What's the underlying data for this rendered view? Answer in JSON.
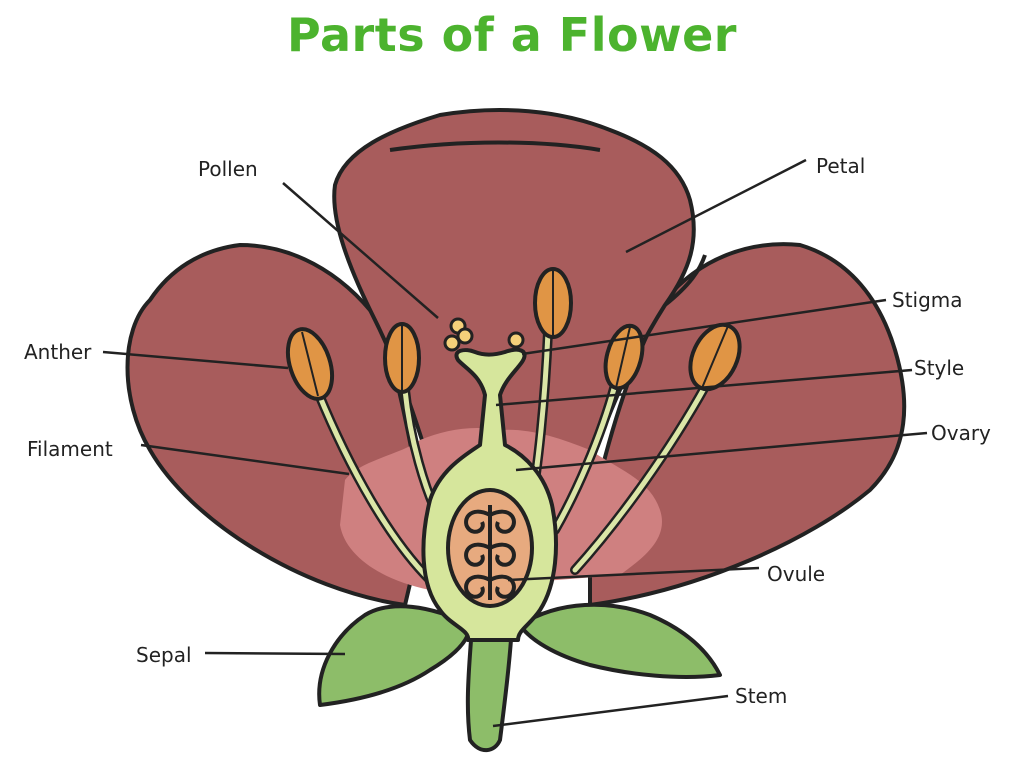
{
  "title": "Parts of a Flower",
  "labels": {
    "pollen": "Pollen",
    "petal": "Petal",
    "anther": "Anther",
    "stigma": "Stigma",
    "style": "Style",
    "filament": "Filament",
    "ovary": "Ovary",
    "ovule": "Ovule",
    "sepal": "Sepal",
    "stem": "Stem"
  },
  "colors": {
    "title": "#4cb32e",
    "petal": "#a85c5c",
    "petal_highlight": "#cf8080",
    "anther": "#e09545",
    "pistil": "#d6e69c",
    "leaf": "#8dbd69",
    "stem": "#8dbd69",
    "ovule": "#e7aa7f"
  }
}
